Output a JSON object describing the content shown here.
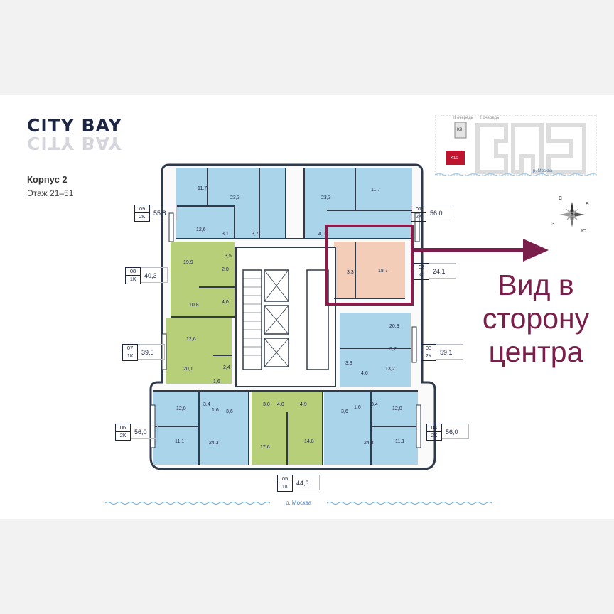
{
  "logo": "CITY BAY",
  "building": "Корпус 2",
  "floors": "Этаж 21–51",
  "caption": {
    "line1": "Вид в",
    "line2": "сторону",
    "line3": "центра"
  },
  "river_label": "р. Москва",
  "minimap": {
    "queue1": "II очередь",
    "queue2": "I очередь",
    "k9": "K9",
    "k10": "K10",
    "river": "р. Москва"
  },
  "compass": [
    "С",
    "В",
    "Ю",
    "З"
  ],
  "apartments": [
    {
      "no": "09",
      "type": "2К",
      "area": "55,8"
    },
    {
      "no": "01",
      "type": "2К",
      "area": "56,0"
    },
    {
      "no": "08",
      "type": "1К",
      "area": "40,3"
    },
    {
      "no": "02",
      "type": "С",
      "area": "24,1"
    },
    {
      "no": "07",
      "type": "1К",
      "area": "39,5"
    },
    {
      "no": "03",
      "type": "2К",
      "area": "59,1"
    },
    {
      "no": "06",
      "type": "2К",
      "area": "56,0"
    },
    {
      "no": "04",
      "type": "2К",
      "area": "56,0"
    },
    {
      "no": "05",
      "type": "1К",
      "area": "44,3"
    }
  ],
  "room_areas": [
    "11,7",
    "23,3",
    "12,6",
    "3,1",
    "3,7",
    "23,3",
    "11,7",
    "4,0",
    "19,9",
    "3,5",
    "2,0",
    "10,8",
    "4,0",
    "12,6",
    "20,1",
    "2,4",
    "1,6",
    "18,7",
    "3,3",
    "20,3",
    "3,7",
    "13,2",
    "4,6",
    "3,3",
    "12,0",
    "3,4",
    "1,6",
    "3,6",
    "3,0",
    "4,0",
    "4,9",
    "3,6",
    "1,6",
    "3,4",
    "12,0",
    "11,1",
    "24,3",
    "17,6",
    "14,8",
    "24,3",
    "11,1"
  ],
  "colors": {
    "studio": "#f3cdb8",
    "one_room": "#b8cf7a",
    "two_room": "#a9d4ea",
    "wall": "#2f3a4a",
    "highlight": "#8a1c4a"
  }
}
